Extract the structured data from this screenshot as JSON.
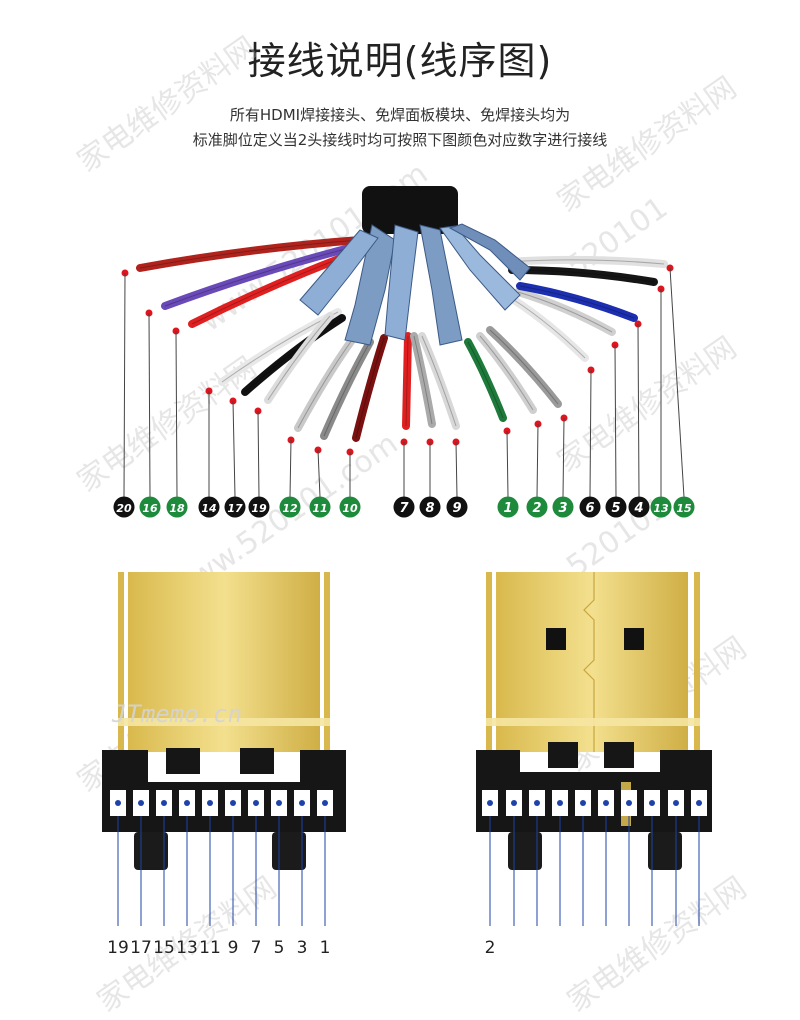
{
  "header": {
    "title": "接线说明(线序图)",
    "line1": "所有HDMI焊接接头、免焊面板模块、免焊接头均为",
    "line2": "标准脚位定义当2头接线时均可按照下图颜色对应数字进行接线"
  },
  "watermarks": [
    "家电维修资料网",
    "www.520101.com",
    "家电维修资料网",
    "www.520101.com",
    "家电维修资料网",
    "520101",
    "家电维修资料网"
  ],
  "logo_text": "JTmemo.cn",
  "wires": [
    {
      "label": "20",
      "color": "#b0231d",
      "badge": "black"
    },
    {
      "label": "16",
      "color": "#6a4ab8",
      "badge": "green"
    },
    {
      "label": "18",
      "color": "#e02020",
      "badge": "green"
    },
    {
      "label": "14",
      "color": "#e8e8e8",
      "badge": "black"
    },
    {
      "label": "17",
      "color": "#111111",
      "badge": "black"
    },
    {
      "label": "19",
      "color": "#dcdcdc",
      "badge": "black"
    },
    {
      "label": "12",
      "color": "#c9c9c9",
      "badge": "green"
    },
    {
      "label": "11",
      "color": "#8a8a8a",
      "badge": "green"
    },
    {
      "label": "10",
      "color": "#7a1010",
      "badge": "green"
    },
    {
      "label": "7",
      "color": "#e02020",
      "badge": "black"
    },
    {
      "label": "8",
      "color": "#aaaaaa",
      "badge": "black"
    },
    {
      "label": "9",
      "color": "#d8d8d8",
      "badge": "black"
    },
    {
      "label": "1",
      "color": "#1e7a3a",
      "badge": "green"
    },
    {
      "label": "2",
      "color": "#cfcfcf",
      "badge": "green"
    },
    {
      "label": "3",
      "color": "#9a9a9a",
      "badge": "green"
    },
    {
      "label": "6",
      "color": "#e6e6e6",
      "badge": "black"
    },
    {
      "label": "5",
      "color": "#d0d0d0",
      "badge": "black"
    },
    {
      "label": "4",
      "color": "#1c2fb0",
      "badge": "black"
    },
    {
      "label": "13",
      "color": "#151515",
      "badge": "green"
    },
    {
      "label": "15",
      "color": "#e0e0e0",
      "badge": "green"
    }
  ],
  "connector_left_pins": [
    "19",
    "17",
    "15",
    "13",
    "11",
    "9",
    "7",
    "5",
    "3",
    "1"
  ],
  "connector_right_pins": [
    "2"
  ],
  "colors": {
    "gold": "#e8cf6a",
    "gold_dark": "#c9a233",
    "housing": "#161616",
    "pin_dot": "#1d43a8",
    "badge_green": "#1e8a3c",
    "badge_black": "#111111",
    "dot_red": "#e0141e"
  }
}
